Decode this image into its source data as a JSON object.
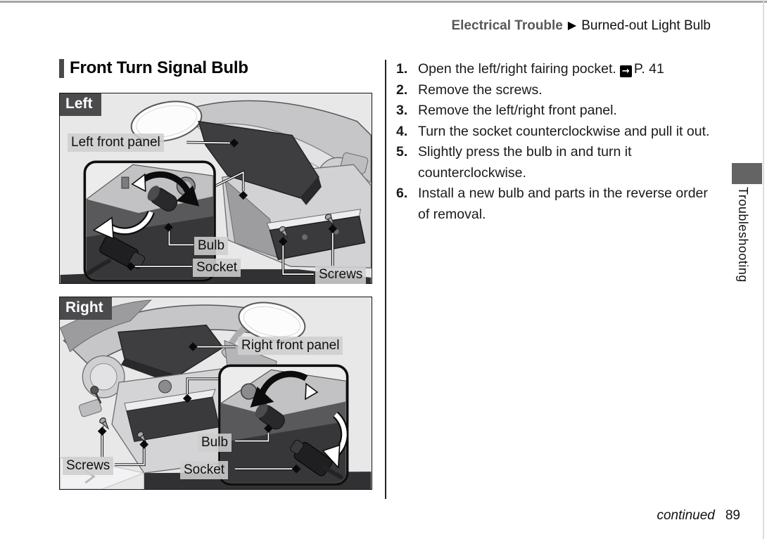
{
  "page": {
    "header": {
      "section": "Electrical Trouble",
      "subsection": "Burned-out Light Bulb"
    },
    "title": "Front Turn Signal Bulb",
    "steps": [
      {
        "num": "1.",
        "text": "Open the left/right fairing pocket.",
        "ref": "P. 41"
      },
      {
        "num": "2.",
        "text": "Remove the screws."
      },
      {
        "num": "3.",
        "text": "Remove the left/right front panel."
      },
      {
        "num": "4.",
        "text": "Turn the socket counterclockwise and pull it out."
      },
      {
        "num": "5.",
        "text": "Slightly press the bulb in and turn it counterclockwise."
      },
      {
        "num": "6.",
        "text": "Install a new bulb and parts in the reverse order of removal."
      }
    ],
    "side_tab_label": "Troubleshooting",
    "footer": {
      "continued_label": "continued",
      "page_number": "89"
    }
  },
  "diagrams": {
    "left": {
      "tag": "Left",
      "labels": {
        "panel": "Left front panel",
        "bulb": "Bulb",
        "socket": "Socket",
        "screws": "Screws"
      }
    },
    "right": {
      "tag": "Right",
      "labels": {
        "panel": "Right front panel",
        "bulb": "Bulb",
        "socket": "Socket",
        "screws": "Screws"
      }
    }
  },
  "icons": {
    "section_arrow": "▶",
    "page_ref_arrow": "→"
  },
  "colors": {
    "header_gray": "#595757",
    "diagram_bg": "#e8e8e8",
    "tag_bg": "#4b4b4d",
    "panel_dark": "#3e3e40"
  }
}
